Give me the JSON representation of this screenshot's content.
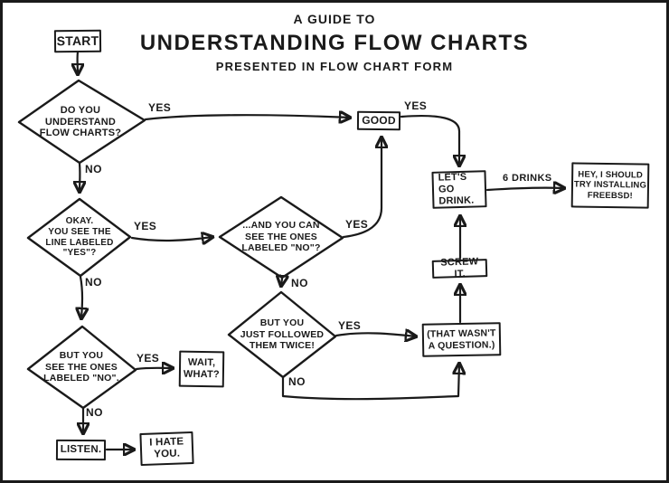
{
  "colors": {
    "ink": "#1a1a1a",
    "paper": "#ffffff"
  },
  "title": {
    "line1": "A GUIDE TO",
    "line2": "UNDERSTANDING FLOW CHARTS",
    "line3": "PRESENTED IN FLOW CHART FORM"
  },
  "nodes": {
    "start": "START",
    "understand": "DO YOU\nUNDERSTAND\nFLOW CHARTS?",
    "good": "GOOD",
    "see_yes_line": "OKAY.\nYOU SEE THE\nLINE LABELED\n\"YES\"?",
    "see_no_ones": "...AND YOU CAN\nSEE THE ONES\nLABELED \"NO\"?",
    "lets_go_drink": "LET'S GO\nDRINK.",
    "freebsd": "HEY, I SHOULD\nTRY INSTALLING\nFREEBSD!",
    "screw_it": "SCREW IT.",
    "followed_twice": "BUT YOU\nJUST FOLLOWED\nTHEM TWICE!",
    "not_a_question": "(THAT WASN'T\nA QUESTION.)",
    "see_ones_no": "BUT YOU\nSEE THE ONES\nLABELED \"NO\".",
    "wait_what": "WAIT,\nWHAT?",
    "listen": "LISTEN.",
    "i_hate_you": "I HATE\nYOU."
  },
  "edge_labels": {
    "yes": "YES",
    "no": "NO",
    "six_drinks": "6 DRINKS"
  }
}
